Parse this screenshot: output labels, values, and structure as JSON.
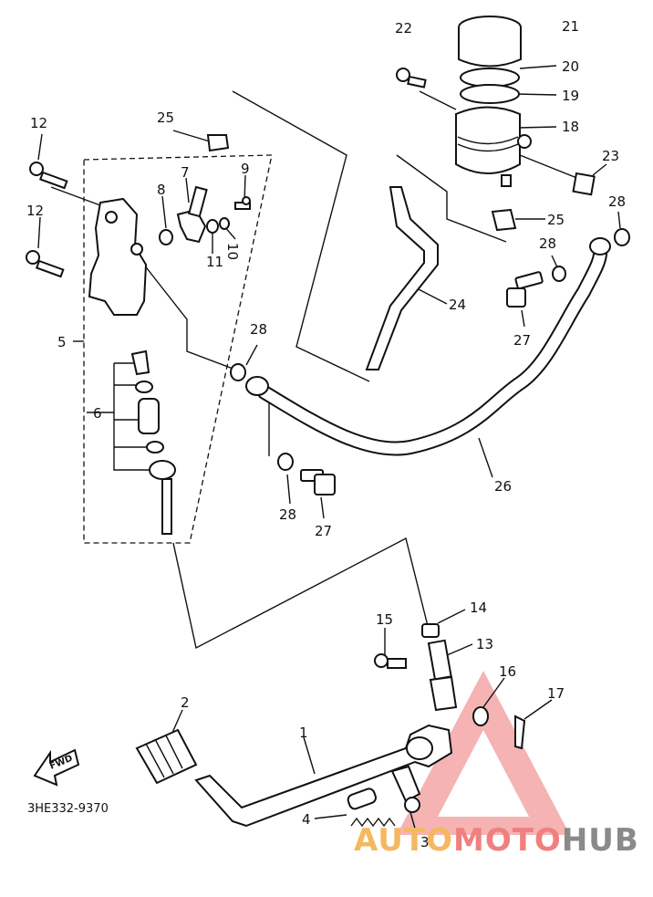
{
  "labels": {
    "p1": "1",
    "p2": "2",
    "p3": "3",
    "p4": "4",
    "p5": "5",
    "p6": "6",
    "p7": "7",
    "p8": "8",
    "p9": "9",
    "p10": "10",
    "p11": "11",
    "p12a": "12",
    "p12b": "12",
    "p13": "13",
    "p14": "14",
    "p15": "15",
    "p16": "16",
    "p17": "17",
    "p18": "18",
    "p19": "19",
    "p20": "20",
    "p21": "21",
    "p22": "22",
    "p23": "23",
    "p24": "24",
    "p25a": "25",
    "p25b": "25",
    "p26": "26",
    "p27a": "27",
    "p27b": "27",
    "p28a": "28",
    "p28b": "28",
    "p28c": "28",
    "p28d": "28"
  },
  "fwd_label": "FWD",
  "diagram_code": "3HE332-9370",
  "watermark": {
    "part1": "AUTO",
    "part2": "MOTO",
    "part3": "HUB",
    "color1": "#f4b860",
    "color2": "#f08080",
    "color3": "#8a8a8a"
  }
}
